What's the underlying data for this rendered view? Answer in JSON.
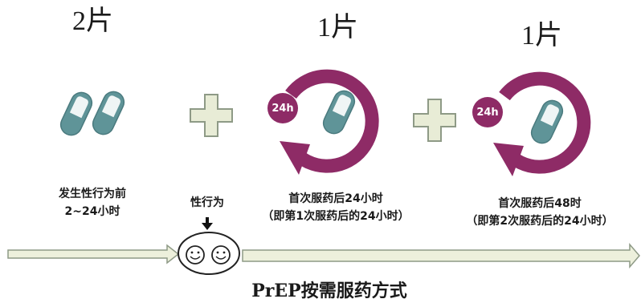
{
  "doses": [
    {
      "count": "2片"
    },
    {
      "count": "1片",
      "badge": "24h"
    },
    {
      "count": "1片",
      "badge": "24h"
    }
  ],
  "labels": {
    "before_sex_line1": "发生性行为前",
    "before_sex_line2": "2~24小时",
    "sex": "性行为",
    "dose2_line1": "首次服药后24小时",
    "dose2_line2": "（即第1次服药后的24小时）",
    "dose3_line1": "首次服药后48时",
    "dose3_line2": "（即第2次服药后的24小时）"
  },
  "footer": "PrEP按需服药方式",
  "colors": {
    "pill": "#5f9498",
    "cycle": "#8e2b66",
    "plus": "#e8ecd6",
    "arrow": "#edf0dc"
  },
  "icons": [
    "pill-icon",
    "plus-icon",
    "cycle-arrow-icon",
    "down-arrow-icon",
    "smiley-icon",
    "timeline-arrow-icon"
  ]
}
